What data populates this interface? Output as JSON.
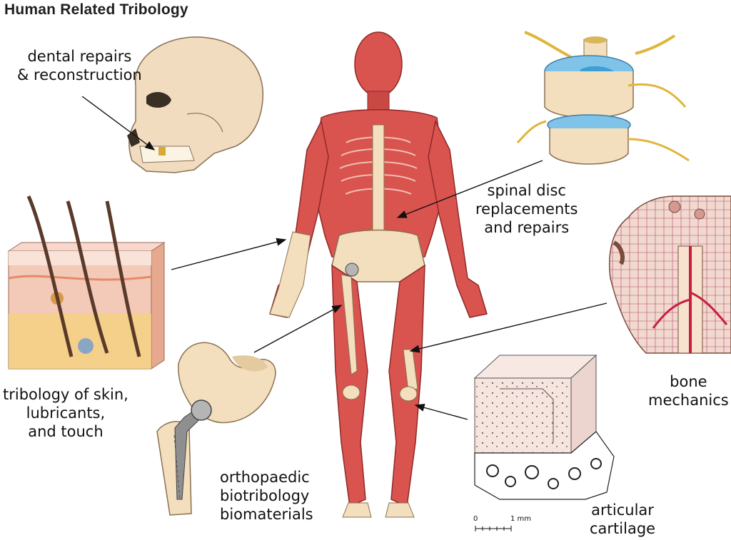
{
  "title": "Human Related Tribology",
  "labels": {
    "dental": [
      "dental repairs",
      "& reconstruction"
    ],
    "spinal": [
      "spinal disc",
      "replacements",
      "and repairs"
    ],
    "skin": [
      "tribology of skin,",
      "lubricants,",
      "and touch"
    ],
    "bone": [
      "bone",
      "mechanics"
    ],
    "ortho": [
      "orthopaedic",
      "biotribology",
      "biomaterials"
    ],
    "cartilage": [
      "articular",
      "cartilage"
    ]
  },
  "scale_bar": {
    "start": "0",
    "end": "1 mm"
  },
  "colors": {
    "muscle": "#d9534f",
    "muscle_dark": "#b23a36",
    "bone": "#f3dfbd",
    "bone_dark": "#c9a978",
    "skin": "#f4c9b0",
    "disc_blue": "#7fc4e8",
    "vessel": "#c81f3c",
    "arrow": "#111111"
  }
}
